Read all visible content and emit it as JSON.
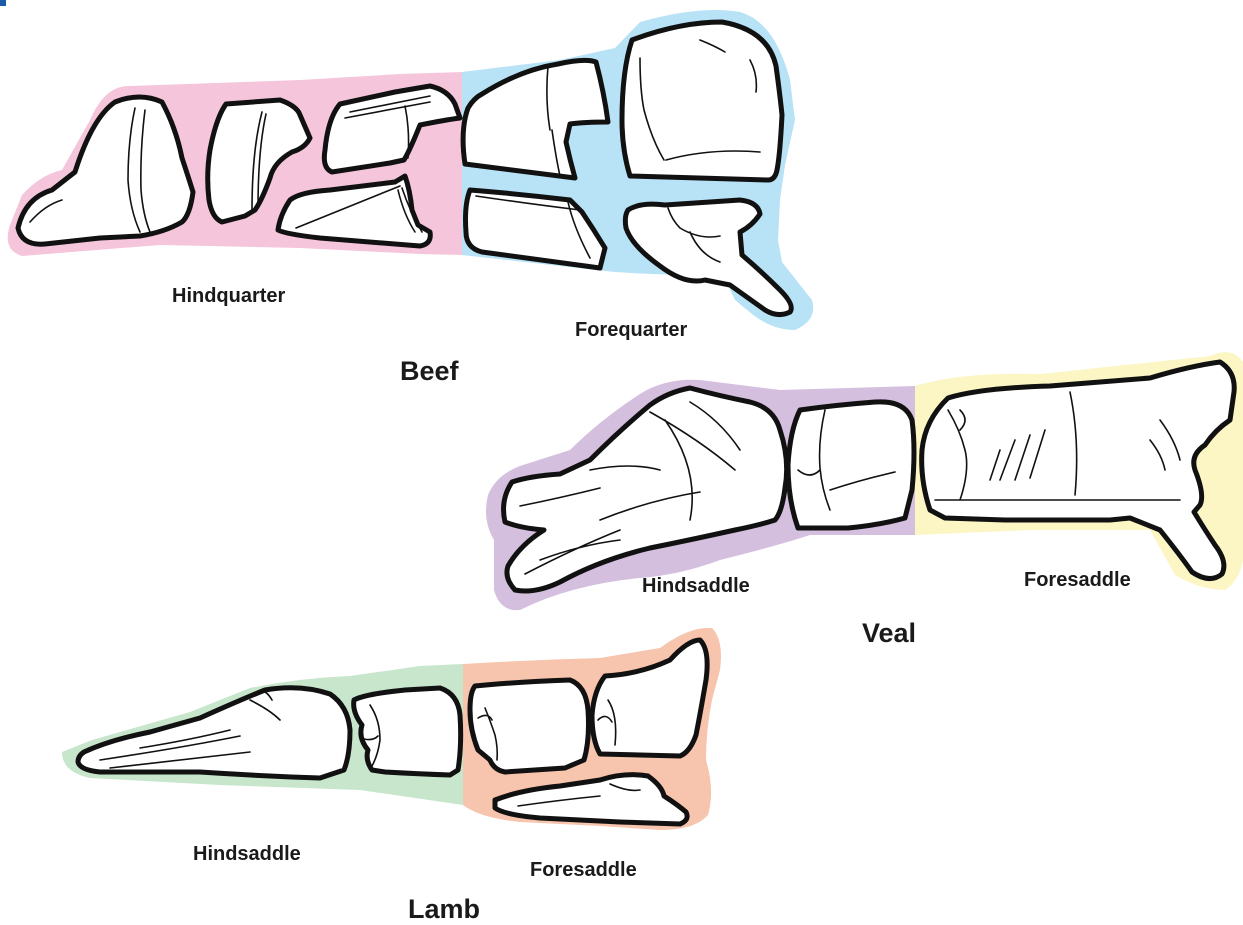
{
  "colors": {
    "beef_hindquarter": "#f5c6db",
    "beef_forequarter": "#b8e2f6",
    "veal_hindsaddle": "#d5bfdf",
    "veal_foresaddle": "#fcf6c4",
    "lamb_hindsaddle": "#c7e6cc",
    "lamb_foresaddle": "#f7c4ad",
    "outline": "#111111",
    "corner_mark": "#1a5aa6"
  },
  "beef": {
    "title": "Beef",
    "hindquarter_label": "Hindquarter",
    "forequarter_label": "Forequarter"
  },
  "veal": {
    "title": "Veal",
    "hindsaddle_label": "Hindsaddle",
    "foresaddle_label": "Foresaddle"
  },
  "lamb": {
    "title": "Lamb",
    "hindsaddle_label": "Hindsaddle",
    "foresaddle_label": "Foresaddle"
  }
}
